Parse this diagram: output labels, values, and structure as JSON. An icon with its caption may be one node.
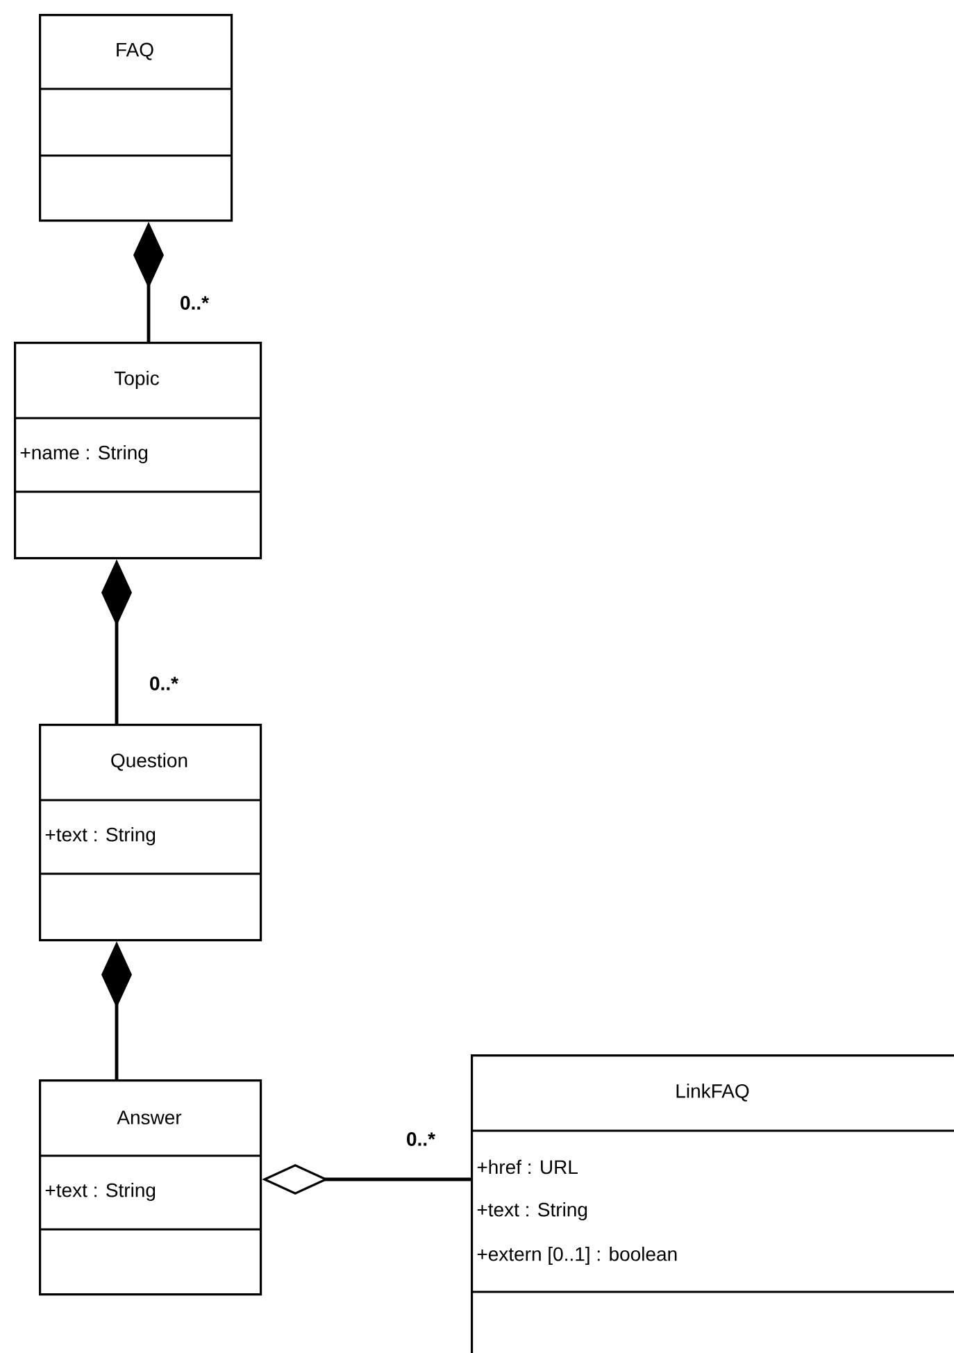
{
  "diagram": {
    "nodes": [
      {
        "text": [
          "FAQ"
        ]
      },
      {
        "text": [
          "Topic",
          "+name : String"
        ]
      },
      {
        "text": [
          "Question",
          "+text : String"
        ]
      },
      {
        "text": [
          "Answer",
          "+text : String"
        ]
      },
      {
        "text": [
          "LinkFAQ",
          "+href : URL",
          "+text : String",
          "+extern [0..1] : boolean"
        ]
      }
    ],
    "edges": [
      {
        "from": 0,
        "to": 1,
        "arrow": "other",
        "label": "0..*"
      },
      {
        "from": 1,
        "to": 2,
        "arrow": "other",
        "label": "0..*"
      },
      {
        "from": 2,
        "to": 3,
        "arrow": "other"
      },
      {
        "from": 3,
        "to": 4,
        "arrow": "other",
        "label": "0..*"
      }
    ]
  }
}
